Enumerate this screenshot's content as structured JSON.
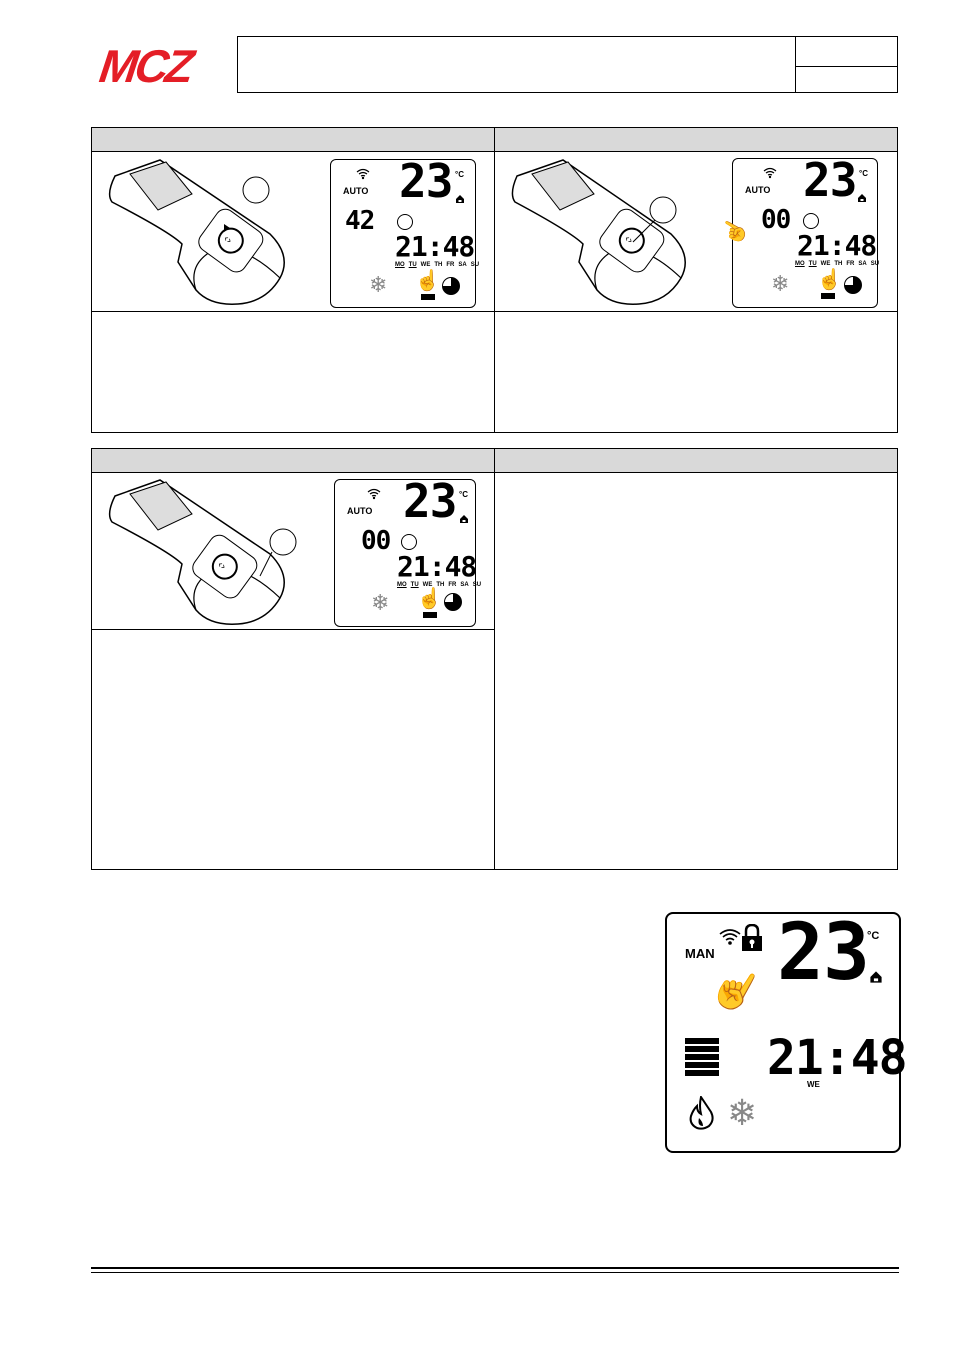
{
  "brand": {
    "logo_text": "MCZ"
  },
  "screens": [
    {
      "mode": "AUTO",
      "temp": "23",
      "unit": "°C",
      "value": "42",
      "time": "21:48",
      "days": [
        "MO",
        "TU",
        "WE",
        "TH",
        "FR",
        "SA",
        "SU"
      ]
    },
    {
      "mode": "AUTO",
      "temp": "23",
      "unit": "°C",
      "value": "00",
      "time": "21:48",
      "days": [
        "MO",
        "TU",
        "WE",
        "TH",
        "FR",
        "SA",
        "SU"
      ]
    },
    {
      "mode": "AUTO",
      "temp": "23",
      "unit": "°C",
      "value": "00",
      "time": "21:48",
      "days": [
        "MO",
        "TU",
        "WE",
        "TH",
        "FR",
        "SA",
        "SU"
      ]
    }
  ],
  "large_screen": {
    "mode": "MAN",
    "temp": "23",
    "unit": "°C",
    "time": "21:48",
    "day": "WE"
  }
}
